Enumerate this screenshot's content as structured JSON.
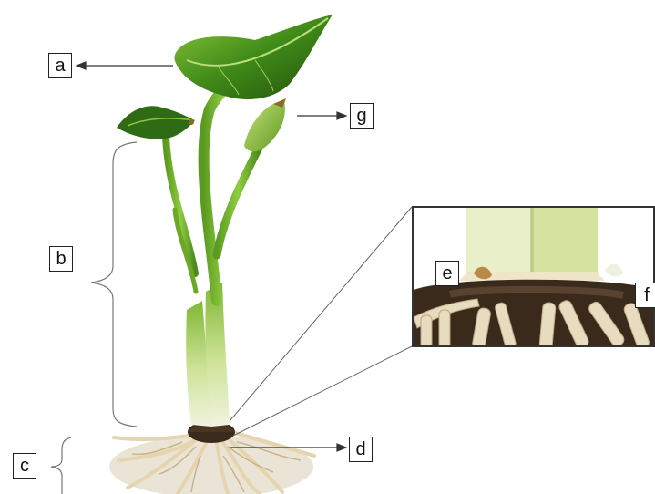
{
  "labels": {
    "a": "a",
    "b": "b",
    "c": "c",
    "d": "d",
    "e": "e",
    "f": "f",
    "g": "g"
  },
  "colors": {
    "leaf_dark": "#2f6b14",
    "leaf_mid": "#4e9a1e",
    "leaf_light": "#8cc63c",
    "stem": "#6fb02a",
    "petiole_base": "#d9e9b4",
    "root": "#e8d8b4",
    "soil": "#3a2a1c",
    "line": "#333333"
  }
}
